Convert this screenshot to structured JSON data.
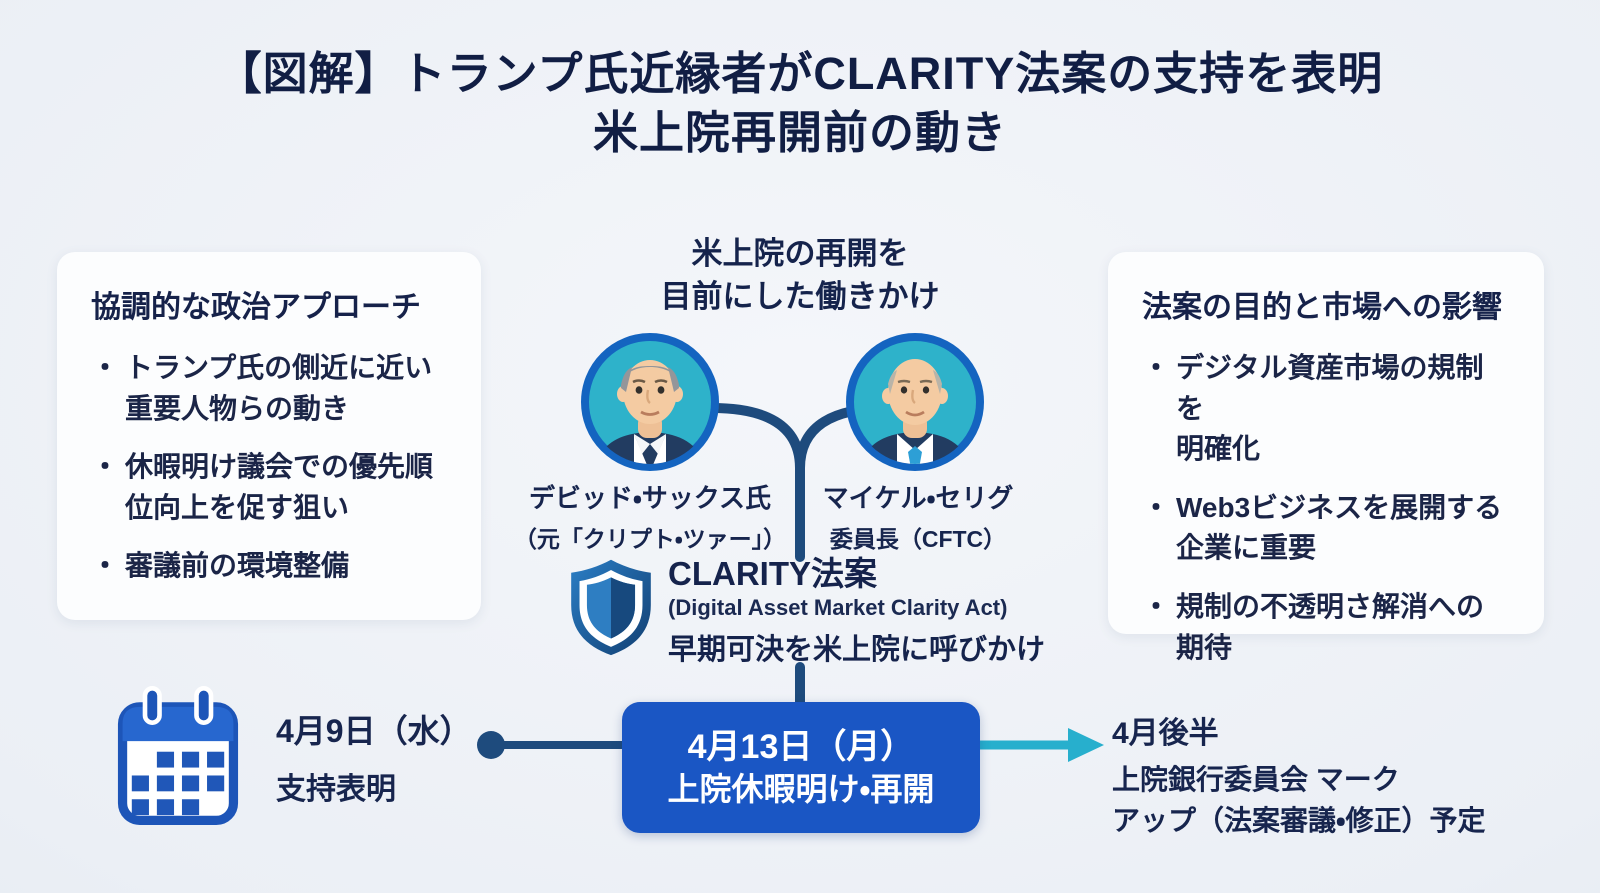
{
  "ui": {
    "bullet_marker": "・"
  },
  "title": {
    "text": "【図解】トランプ氏近縁者がCLARITY法案の支持を表明\n米上院再開前の動き"
  },
  "left_card": {
    "heading": "協調的な政治アプローチ",
    "bullets": [
      "トランプ氏の側近に近い\n重要人物らの動き",
      "休暇明け議会での優先順\n位向上を促す狙い",
      "審議前の環境整備"
    ]
  },
  "center": {
    "heading": "米上院の再開を\n目前にした働きかけ",
    "people": [
      {
        "name": "デビッド・サックス氏",
        "role": "（元「クリプト・ツァー」）"
      },
      {
        "name": "マイケル・セリグ",
        "role": "委員長（CFTC）"
      }
    ],
    "bill": {
      "name": "CLARITY法案",
      "subtitle": "(Digital Asset Market Clarity Act)",
      "action": "早期可決を米上院に呼びかけ"
    }
  },
  "right_card": {
    "heading": "法案の目的と市場への影響",
    "bullets": [
      "デジタル資産市場の規制を\n明確化",
      "Web3ビジネスを展開する\n企業に重要",
      "規制の不透明さ解消への\n期待"
    ]
  },
  "timeline": {
    "event1": {
      "date": "4月9日（水）",
      "label": "支持表明"
    },
    "event2": {
      "date": "4月13日（月）",
      "label": "上院休暇明け・再開"
    },
    "event3": {
      "date": "4月後半",
      "label": "上院銀行委員会 マーク\nアップ（法案審議・修正）予定"
    }
  },
  "colors": {
    "background": "#ebeff5",
    "text_navy": "#1b2547",
    "accent_blue": "#1a56c4",
    "connector_navy": "#1e4b7d",
    "arrow_cyan": "#27afcd",
    "avatar_teal": "#2eb2ca",
    "avatar_ring": "#1464c0",
    "card_white": "#fcfdfe"
  }
}
